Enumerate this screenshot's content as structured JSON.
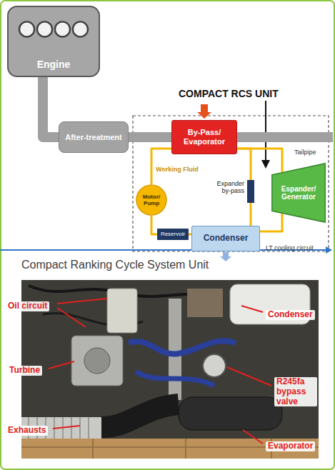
{
  "diagram": {
    "nodes": [
      {
        "text": [
          "Engine"
        ]
      },
      {
        "text": [
          "After-treatment"
        ]
      },
      {
        "text": [
          "By-Pass/ Evaporator"
        ]
      },
      {
        "text": [
          "Expander by-pass"
        ]
      },
      {
        "text": [
          "Espander/ Generator"
        ]
      },
      {
        "text": [
          "Motor/ Pump"
        ]
      },
      {
        "text": [
          "Reservoir"
        ]
      },
      {
        "text": [
          "Condenser"
        ]
      }
    ],
    "edges": [
      {
        "from": 0,
        "to": 1,
        "arrow": "none"
      },
      {
        "from": 1,
        "to": 2,
        "arrow": "none"
      },
      {
        "from": 2,
        "to": 4,
        "arrow": "none"
      },
      {
        "from": 2,
        "to": 3,
        "arrow": "none"
      },
      {
        "from": 3,
        "to": 7,
        "arrow": "none"
      },
      {
        "from": 4,
        "to": 7,
        "arrow": "none"
      },
      {
        "from": 7,
        "to": 6,
        "arrow": "none"
      },
      {
        "from": 6,
        "to": 5,
        "arrow": "none"
      },
      {
        "from": 5,
        "to": 2,
        "arrow": "none"
      }
    ],
    "labels": [
      "COMPACT RCS UNIT",
      "Tailpipe",
      "Working Fluid",
      "LT cooling circuit",
      "Compact Ranking Cycle System Unit",
      "Oil circuit",
      "Turbine",
      "Exhausts",
      "Condenser",
      "R245fa bypass valve",
      "Evaporator"
    ]
  }
}
